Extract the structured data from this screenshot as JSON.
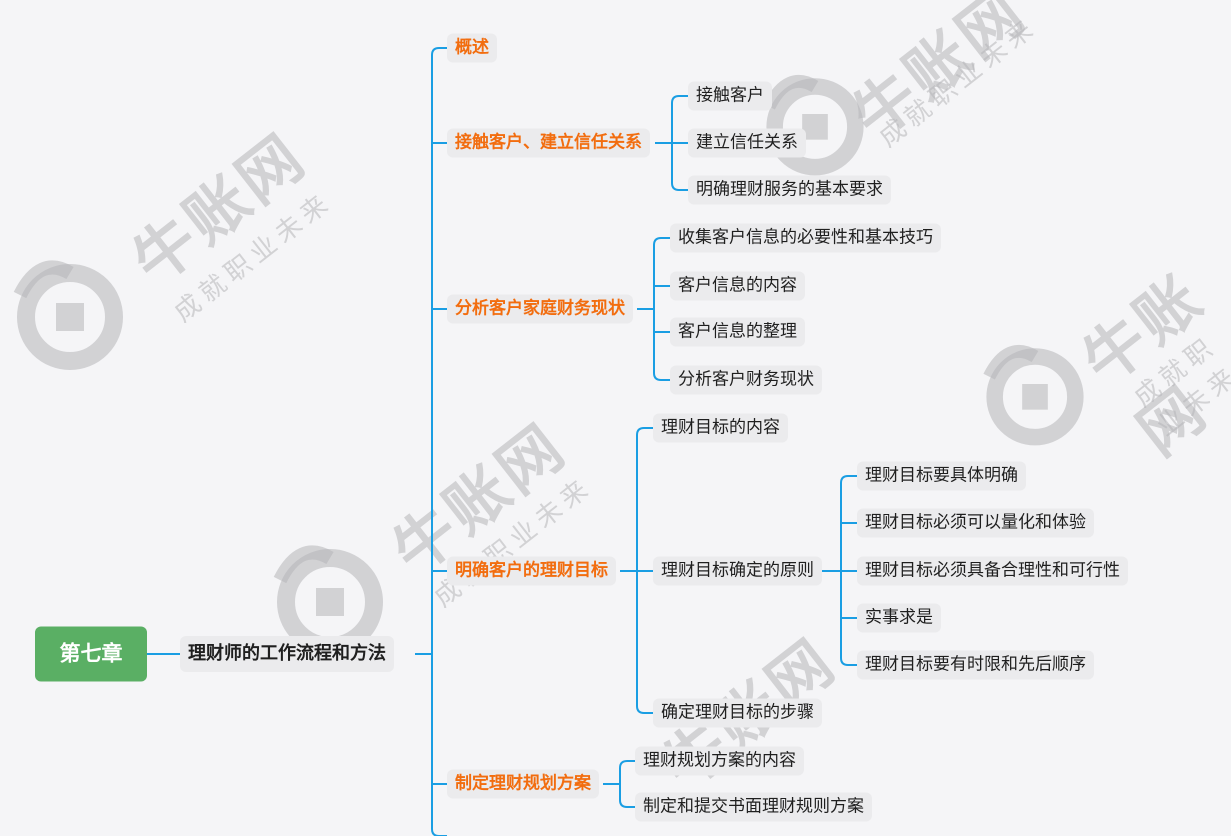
{
  "colors": {
    "connector": "#1a9ee3",
    "root_bg": "#5aaf64",
    "section_text": "#f26d0f",
    "node_bg": "#ebebed",
    "background": "#f5f5f7"
  },
  "watermark": {
    "brand": "牛账网",
    "slogan": "成就职业未来",
    "icon": "cow-logo-icon"
  },
  "mindmap": {
    "root": "第七章",
    "main": "理财师的工作流程和方法",
    "sections": [
      {
        "label": "概述",
        "children": []
      },
      {
        "label": "接触客户、建立信任关系",
        "children": [
          {
            "label": "接触客户"
          },
          {
            "label": "建立信任关系"
          },
          {
            "label": "明确理财服务的基本要求"
          }
        ]
      },
      {
        "label": "分析客户家庭财务现状",
        "children": [
          {
            "label": "收集客户信息的必要性和基本技巧"
          },
          {
            "label": "客户信息的内容"
          },
          {
            "label": "客户信息的整理"
          },
          {
            "label": "分析客户财务现状"
          }
        ]
      },
      {
        "label": "明确客户的理财目标",
        "children": [
          {
            "label": "理财目标的内容"
          },
          {
            "label": "理财目标确定的原则",
            "children": [
              {
                "label": "理财目标要具体明确"
              },
              {
                "label": "理财目标必须可以量化和体验"
              },
              {
                "label": "理财目标必须具备合理性和可行性"
              },
              {
                "label": "实事求是"
              },
              {
                "label": "理财目标要有时限和先后顺序"
              }
            ]
          },
          {
            "label": "确定理财目标的步骤"
          }
        ]
      },
      {
        "label": "制定理财规划方案",
        "children": [
          {
            "label": "理财规划方案的内容"
          },
          {
            "label": "制定和提交书面理财规则方案"
          }
        ]
      }
    ]
  }
}
